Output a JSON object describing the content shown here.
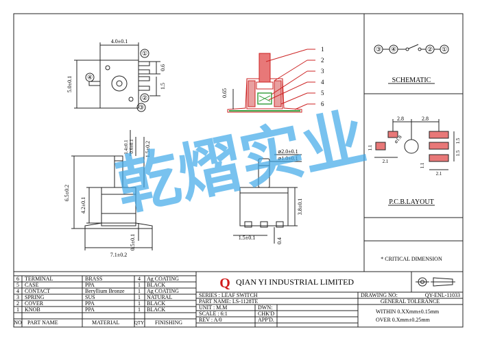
{
  "colors": {
    "line": "#222222",
    "red": "#cc2222",
    "pink": "#e87878",
    "green": "#3aa040",
    "watermark": "#3ea8e8",
    "logo": "#d11b1b"
  },
  "callouts": [
    "1",
    "2",
    "3",
    "4",
    "5",
    "6"
  ],
  "pin_labels": {
    "p1": "①",
    "p2": "②",
    "p3": "③",
    "p4": "④"
  },
  "dims": {
    "width_top": "4.0±0.1",
    "height_top": "5.0±0.1",
    "pin_h": "0.6",
    "pin_pitch": "1.5",
    "height_side": "0.65",
    "front_total": "6.5±0.2",
    "front_body": "4.2±0.1",
    "front_base": "0.5±0.1",
    "front_width": "7.1±0.2",
    "knob_d": "1.4±0.1",
    "knob_r": "1.5±0.2",
    "knob_extra": "0.6±0.1",
    "r_knob1": "⌀2.0±0.1",
    "r_knob2": "⌀1.0±0.1",
    "r_height": "3.8±0.1",
    "r_pin": "1.5±0.1",
    "r_pin2": "0.4"
  },
  "schematic": {
    "labels": [
      "③",
      "④",
      "②",
      "①"
    ],
    "title": "SCHEMATIC"
  },
  "pcb": {
    "title": "P.C.B.LAYOUT",
    "dims": [
      "2.8",
      "2.8",
      "⌀1.8",
      "1.5",
      "1.5",
      "1.1",
      "2.1",
      "2.1",
      "1.1"
    ]
  },
  "critical": "* CRITICAL  DIMENSION",
  "watermark": "乾熠实业",
  "company": {
    "logo": "Q",
    "name": "QIAN  YI  INDUSTRIAL  LIMITED"
  },
  "parts": [
    {
      "no": "6",
      "name": "TERMINAL",
      "material": "BRASS",
      "qty": "4",
      "finish": "Ag COATING"
    },
    {
      "no": "5",
      "name": "CASE",
      "material": "PPA",
      "qty": "1",
      "finish": "BLACK"
    },
    {
      "no": "4",
      "name": "CONTACT",
      "material": "Beryllium Bronze",
      "qty": "1",
      "finish": "Ag COATING"
    },
    {
      "no": "3",
      "name": "SPRING",
      "material": "SUS",
      "qty": "1",
      "finish": "NATURAL"
    },
    {
      "no": "2",
      "name": "COVER",
      "material": "PPA",
      "qty": "1",
      "finish": "BLACK"
    },
    {
      "no": "1",
      "name": "KNOB",
      "material": "PPA",
      "qty": "1",
      "finish": "BLACK"
    }
  ],
  "headers": {
    "no": "NO",
    "name": "PART NAME",
    "material": "MATERIAL",
    "qty": "QTY",
    "finish": "FINISHING"
  },
  "info": {
    "series": "SERIES : LEAF SWITCH",
    "part": "PART NAME: LS-1128TE",
    "unit": "UNIT : M.M",
    "scale": "SCALE : 6:1",
    "rev": "REV   : A/0",
    "dwn": "DWN:",
    "chkd": "CHK'D",
    "appd": "APP'D."
  },
  "drawing": {
    "label": "DRAWING NO:",
    "no": "QY-ENL-11033"
  },
  "tolerance": {
    "title": "GENERAL TOLERANCE",
    "within": "WITHIN  0.XXmm±0.15mm",
    "over": "OVER    0.Xmm±0.25mm"
  }
}
